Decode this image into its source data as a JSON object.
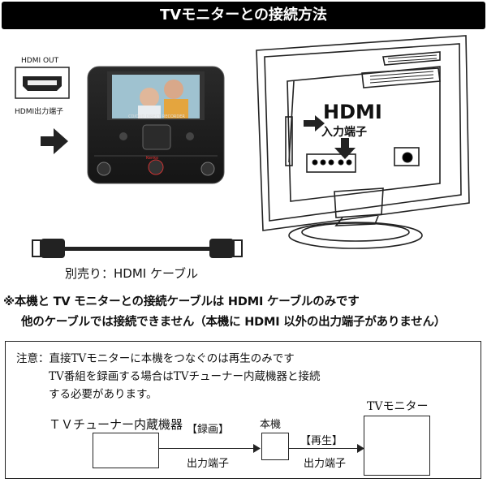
{
  "title": "TVモニターとの接続方法",
  "port_label_top": "HDMI OUT",
  "port_label_bottom": "HDMI出力端子",
  "device_screen_text": "CD/DVD DIRECT RECORDER",
  "device_brand": "Kenko",
  "tv_label_hdmi": "HDMI",
  "tv_label_input": "入力端子",
  "cable_label": "別売り：HDMI ケーブル",
  "note_line1": "※本機と TV モニターとの接続ケーブルは HDMI ケーブルのみです",
  "note_line2": "他のケーブルでは接続できません（本機に HDMI 以外の出力端子がありません）",
  "notice": {
    "line1": "注意：直接TVモニターに本機をつなぐのは再生のみです",
    "line2": "TV番組を録画する場合はTVチューナー内蔵機器と接続",
    "line3": "する必要があります。",
    "tuner_label": "ＴＶチューナー内蔵機器",
    "unit_label": "本機",
    "monitor_label": "TVモニター",
    "record_label": "【録画】",
    "play_label": "【再生】",
    "output_label_1": "出力端子",
    "output_label_2": "出力端子"
  }
}
